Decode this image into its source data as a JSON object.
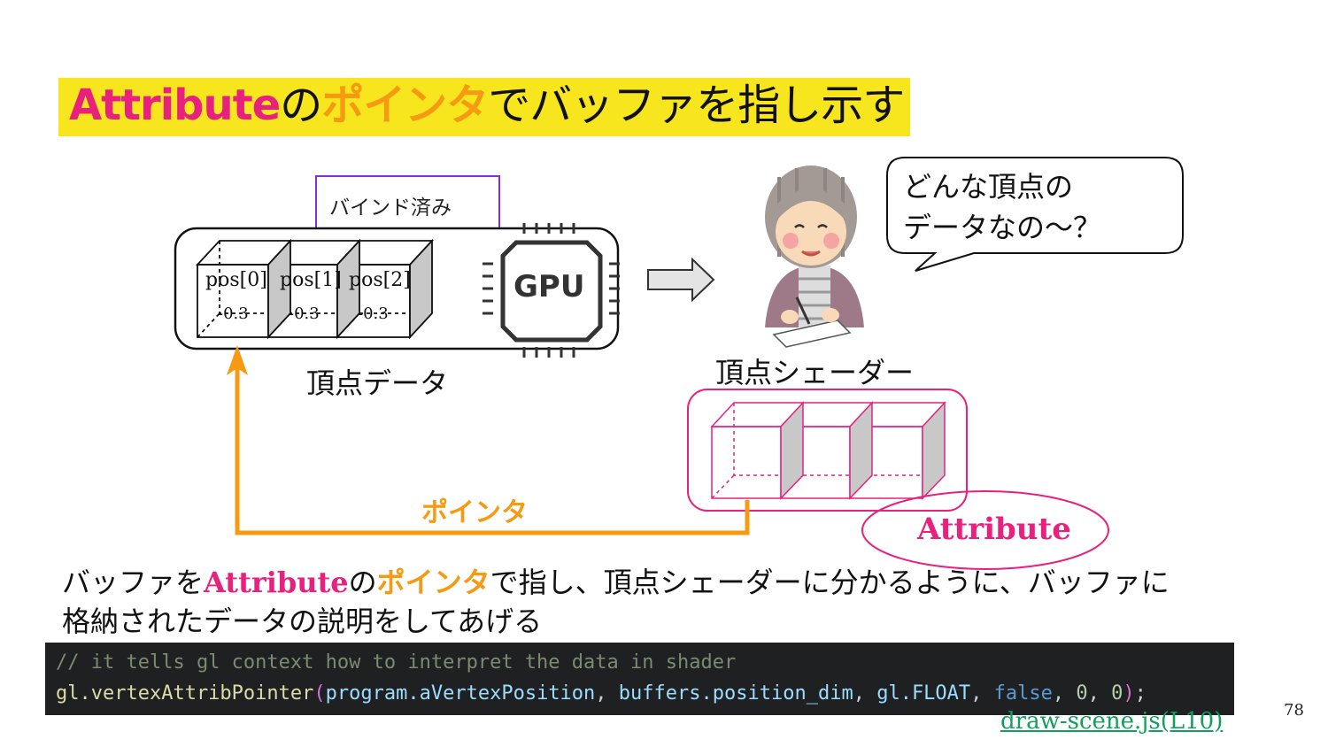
{
  "title": {
    "part1": "Attribute",
    "part2": "の",
    "part3": "ポインタ",
    "part4": "でバッファを指し示す"
  },
  "diagram": {
    "bind_label": "バインド済み",
    "cells": [
      {
        "label": "pos[0]",
        "value": "-0.3"
      },
      {
        "label": "pos[1]",
        "value": "-0.3"
      },
      {
        "label": "pos[2]",
        "value": "-0.3"
      }
    ],
    "gpu_label": "GPU",
    "vertex_data_label": "頂点データ",
    "shader_label": "頂点シェーダー",
    "pointer_label": "ポインタ",
    "attribute_label": "Attribute",
    "speech": "どんな頂点の\nデータなの～？"
  },
  "description": {
    "seg1": "バッファを",
    "seg2": "Attribute",
    "seg3": "の",
    "seg4": "ポインタ",
    "seg5": "で指し、頂点シェーダーに分かるように、バッファに",
    "line2": "格納されたデータの説明をしてあげる"
  },
  "code": {
    "comment": "// it tells gl context how to interpret the data in shader",
    "fn": "gl.vertexAttribPointer",
    "arg1": "program.aVertexPosition",
    "arg2": "buffers.position_dim",
    "arg3": "gl.FLOAT",
    "arg4": "false",
    "arg5": "0",
    "arg6": "0"
  },
  "source_link": "draw-scene.js(L10)",
  "page_number": "78",
  "colors": {
    "title_bg": "#f7e51e",
    "attribute_pink": "#e8217f",
    "pointer_orange": "#f59a12",
    "bind_box": "#8a2be2",
    "code_bg": "#1f2022",
    "link_green": "#12a05a"
  }
}
